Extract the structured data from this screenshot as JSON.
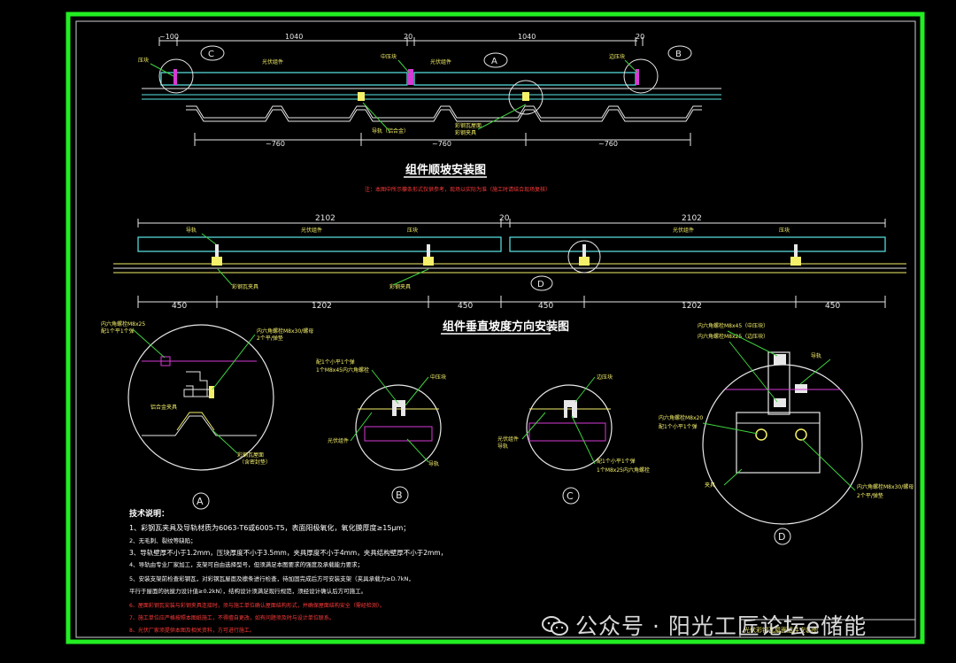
{
  "drawing": {
    "title_top": "组件顺坡安装图",
    "note_top": "注：本图中所示檩条形式仅供参考，现场以实际为准（施工时请结合现场复核）",
    "title_mid": "组件垂直坡度方向安装图",
    "dims_top": [
      "~100",
      "1040",
      "20",
      "1040",
      "20"
    ],
    "dims_top_bottom": [
      "~760",
      "~760",
      "~760"
    ],
    "dims_mid_top": [
      "2102",
      "20",
      "2102"
    ],
    "dims_mid_bottom": [
      "450",
      "1202",
      "450",
      "450",
      "1202",
      "450"
    ],
    "callouts": [
      "C",
      "A",
      "B",
      "D"
    ],
    "detail_labels": [
      "A",
      "B",
      "C",
      "D"
    ],
    "labels_top": [
      "压块",
      "光伏组件",
      "中压块",
      "光伏组件",
      "边压块",
      "导轨（铝合金）",
      "彩钢瓦屋面",
      "彩钢夹具"
    ],
    "labels_mid": [
      "导轨",
      "光伏组件",
      "压块",
      "光伏组件",
      "压块",
      "彩钢瓦夹具",
      "彩钢夹具"
    ],
    "labels_a": [
      "内六角螺栓M8x25",
      "配1个平1个弹",
      "内六角螺栓M8x30/螺母",
      "2个平/弹垫",
      "铝合金夹具",
      "彩钢瓦屋面",
      "（含密封垫）"
    ],
    "labels_b": [
      "配1个小平1个弹",
      "1个M8x45内六角螺栓",
      "中压块",
      "光伏组件",
      "导轨"
    ],
    "labels_c": [
      "边压块",
      "光伏组件",
      "导轨",
      "配1个小平1个弹",
      "1个M8x25内六角螺栓"
    ],
    "labels_d": [
      "内六角螺栓M8x45（中压块）",
      "内六角螺栓M8x25（边压块）",
      "导轨",
      "内六角螺栓M8x20",
      "配1个小平1个弹",
      "内六角螺栓M8x30/螺母",
      "2个平/弹垫",
      "夹具"
    ],
    "tech_title": "技术说明：",
    "tech_notes": [
      "1、彩钢瓦夹具及导轨材质为6063-T6或6005-T5，表面阳极氧化，氧化膜厚度≥15μm；",
      "2、无毛刺、裂纹等缺陷；",
      "3、导轨壁厚不小于1.2mm，压块厚度不小于3.5mm，夹具厚度不小于4mm，夹具结构壁厚不小于2mm，",
      "4、导轨由专业厂家加工，支架可自由选择型号，但须满足本图要求的强度及承载能力要求；",
      "5、安装支架前检查彩钢瓦，对彩钢瓦屋面及檩条进行检查，待加固完成后方可安装支架（夹具承载力≥D.7kN，",
      "   平行于屋面的抗拔力设计值≥0.2kN），结构设计须满足现行规范，须经设计确认后方可施工。"
    ],
    "tech_notes_red": [
      "6、屋面彩钢瓦安装与彩钢夹具连接时，须与施工单位确认屋面结构形式，并确保屋面结构安全（需经检测）。",
      "7、施工单位应严格按照本图纸施工，不得擅自更改，如有问题须及时与设计单位联系。",
      "8、光伏厂家须提供本图及相关资料，方可进行施工。"
    ],
    "title_block": "光伏彩钢瓦屋面组件安装图",
    "watermark": "公众号 · 阳光工匠论坛e储能"
  },
  "colors": {
    "background": "#000000",
    "frame": "#22ee22",
    "line_yellow": "#f5f06a",
    "line_cyan": "#5de8e8",
    "line_white": "#e8e8e8",
    "line_magenta": "#d63ad6",
    "line_green": "#3fd23f",
    "text_red": "#ff3a3a"
  }
}
